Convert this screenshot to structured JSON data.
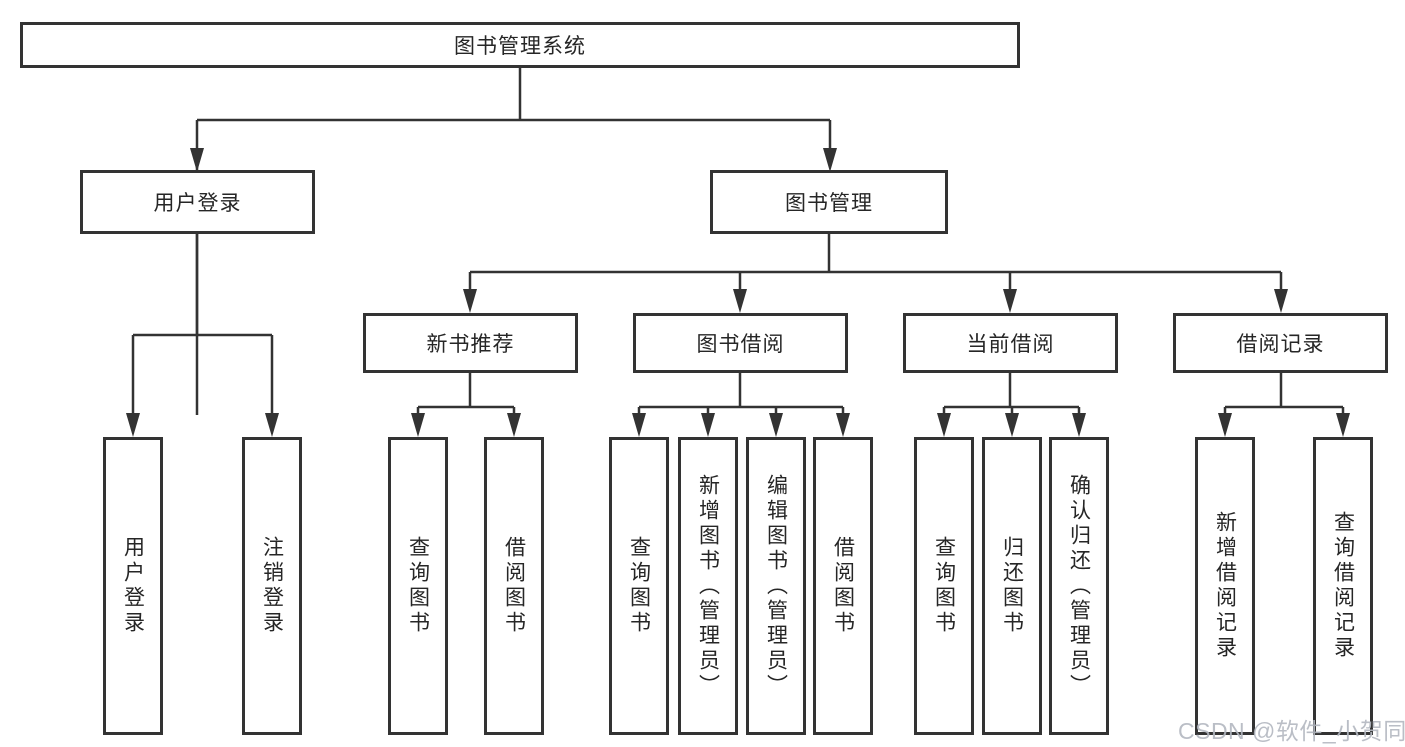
{
  "tree": {
    "root": {
      "label": "图书管理系统"
    },
    "branches": [
      {
        "label": "用户登录",
        "children": [
          {
            "label": "用户登录"
          },
          {
            "label": "注销登录"
          }
        ]
      },
      {
        "label": "图书管理",
        "children": [
          {
            "label": "新书推荐",
            "children": [
              {
                "label": "查询图书"
              },
              {
                "label": "借阅图书"
              }
            ]
          },
          {
            "label": "图书借阅",
            "children": [
              {
                "label": "查询图书"
              },
              {
                "label": "新增图书（管理员）"
              },
              {
                "label": "编辑图书（管理员）"
              },
              {
                "label": "借阅图书"
              }
            ]
          },
          {
            "label": "当前借阅",
            "children": [
              {
                "label": "查询图书"
              },
              {
                "label": "归还图书"
              },
              {
                "label": "确认归还（管理员）"
              }
            ]
          },
          {
            "label": "借阅记录",
            "children": [
              {
                "label": "新增借阅记录"
              },
              {
                "label": "查询借阅记录"
              }
            ]
          }
        ]
      }
    ]
  },
  "watermark": "CSDN @软件_小贺同学",
  "colors": {
    "box_border": "#333333",
    "connector": "#333333",
    "text": "#262626",
    "watermark_text": "#b2b7c0",
    "background": "#ffffff"
  }
}
